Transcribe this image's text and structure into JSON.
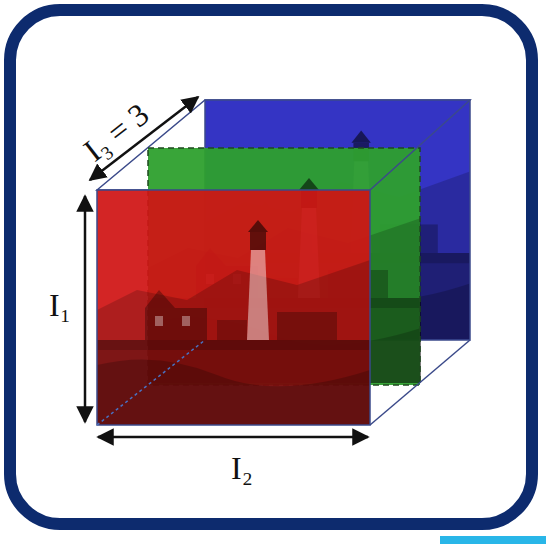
{
  "diagram": {
    "labels": [
      "I₃ = 3",
      "I₁",
      "I₂"
    ]
  }
}
